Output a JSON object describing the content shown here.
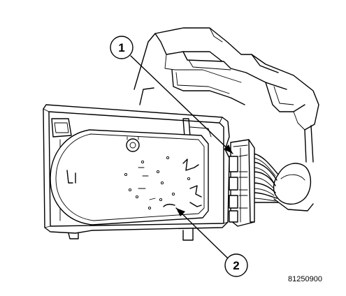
{
  "callouts": [
    {
      "label": "1"
    },
    {
      "label": "2"
    }
  ],
  "figure_number": "81250900"
}
